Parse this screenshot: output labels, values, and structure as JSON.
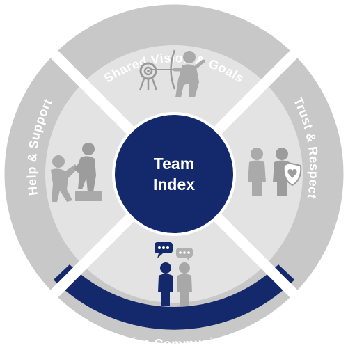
{
  "center": {
    "line1": "Team",
    "line2": "Index"
  },
  "segments": [
    {
      "label": "Shared Vision & Goals",
      "icon": "archer-target-icon",
      "highlighted": false
    },
    {
      "label": "Trust & Respect",
      "icon": "people-heart-shield-icon",
      "highlighted": false
    },
    {
      "label": "Effective Communication",
      "icon": "people-chat-bubbles-icon",
      "highlighted": true
    },
    {
      "label": "Help & Support",
      "icon": "people-helping-up-icon",
      "highlighted": false
    }
  ],
  "colors": {
    "outer_ring": "#c8c8c8",
    "inner_sector": "#e3e3e3",
    "highlight_navy": "#14296b",
    "icon_gray": "#aaaaaa",
    "icon_dark": "#8d8d8d",
    "text_white": "#ffffff"
  }
}
